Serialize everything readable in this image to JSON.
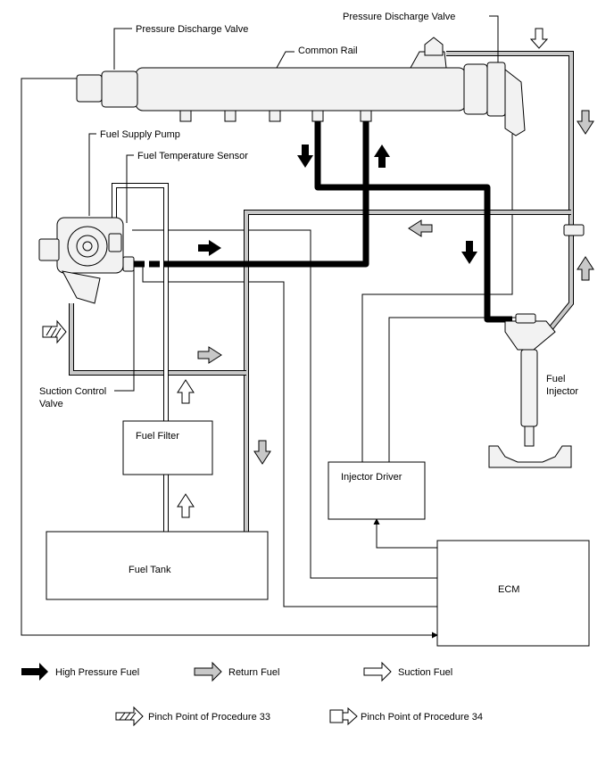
{
  "labels": {
    "pressure_discharge_valve_left": "Pressure Discharge Valve",
    "pressure_discharge_valve_right": "Pressure Discharge Valve",
    "common_rail": "Common Rail",
    "fuel_supply_pump": "Fuel Supply Pump",
    "fuel_temperature_sensor": "Fuel Temperature Sensor",
    "suction_control_valve_line1": "Suction Control",
    "suction_control_valve_line2": "Valve",
    "fuel_injector_line1": "Fuel",
    "fuel_injector_line2": "Injector",
    "fuel_filter": "Fuel Filter",
    "fuel_tank": "Fuel Tank",
    "injector_driver": "Injector Driver",
    "ecm": "ECM"
  },
  "legend": {
    "high_pressure": "High Pressure Fuel",
    "return": "Return Fuel",
    "suction": "Suction Fuel",
    "pinch_33": "Pinch Point of Procedure 33",
    "pinch_34": "Pinch Point of Procedure 34"
  },
  "colors": {
    "high_pressure": "#000000",
    "return": "#c8c8c8",
    "suction": "#ffffff"
  }
}
